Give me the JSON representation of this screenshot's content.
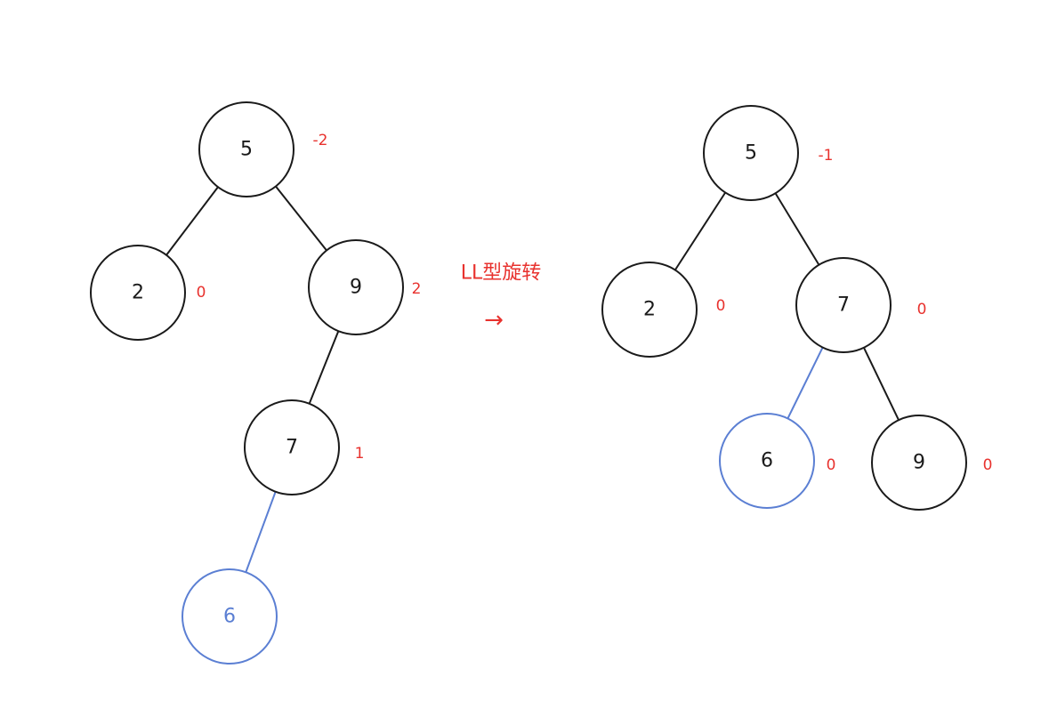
{
  "colors": {
    "normal": "#1a1a1a",
    "highlight": "#5b7fd3",
    "balance": "#e8322e"
  },
  "caption": {
    "text": "LL型旋转",
    "arrow": "→"
  },
  "before": {
    "nodes": [
      {
        "id": "b5",
        "label": "5",
        "balance": "-2",
        "highlight": false
      },
      {
        "id": "b2",
        "label": "2",
        "balance": "0",
        "highlight": false
      },
      {
        "id": "b9",
        "label": "9",
        "balance": "2",
        "highlight": false
      },
      {
        "id": "b7",
        "label": "7",
        "balance": "1",
        "highlight": false
      },
      {
        "id": "b6",
        "label": "6",
        "balance": "",
        "highlight": true
      }
    ],
    "edges": [
      {
        "from": "b5",
        "to": "b2",
        "highlight": false
      },
      {
        "from": "b5",
        "to": "b9",
        "highlight": false
      },
      {
        "from": "b9",
        "to": "b7",
        "highlight": false
      },
      {
        "from": "b7",
        "to": "b6",
        "highlight": true
      }
    ]
  },
  "after": {
    "nodes": [
      {
        "id": "a5",
        "label": "5",
        "balance": "-1",
        "highlight": false
      },
      {
        "id": "a2",
        "label": "2",
        "balance": "0",
        "highlight": false
      },
      {
        "id": "a7",
        "label": "7",
        "balance": "0",
        "highlight": false
      },
      {
        "id": "a6",
        "label": "6",
        "balance": "0",
        "highlight": "border"
      },
      {
        "id": "a9",
        "label": "9",
        "balance": "0",
        "highlight": false
      }
    ],
    "edges": [
      {
        "from": "a5",
        "to": "a2",
        "highlight": false
      },
      {
        "from": "a5",
        "to": "a7",
        "highlight": false
      },
      {
        "from": "a7",
        "to": "a6",
        "highlight": true
      },
      {
        "from": "a7",
        "to": "a9",
        "highlight": false
      }
    ]
  }
}
